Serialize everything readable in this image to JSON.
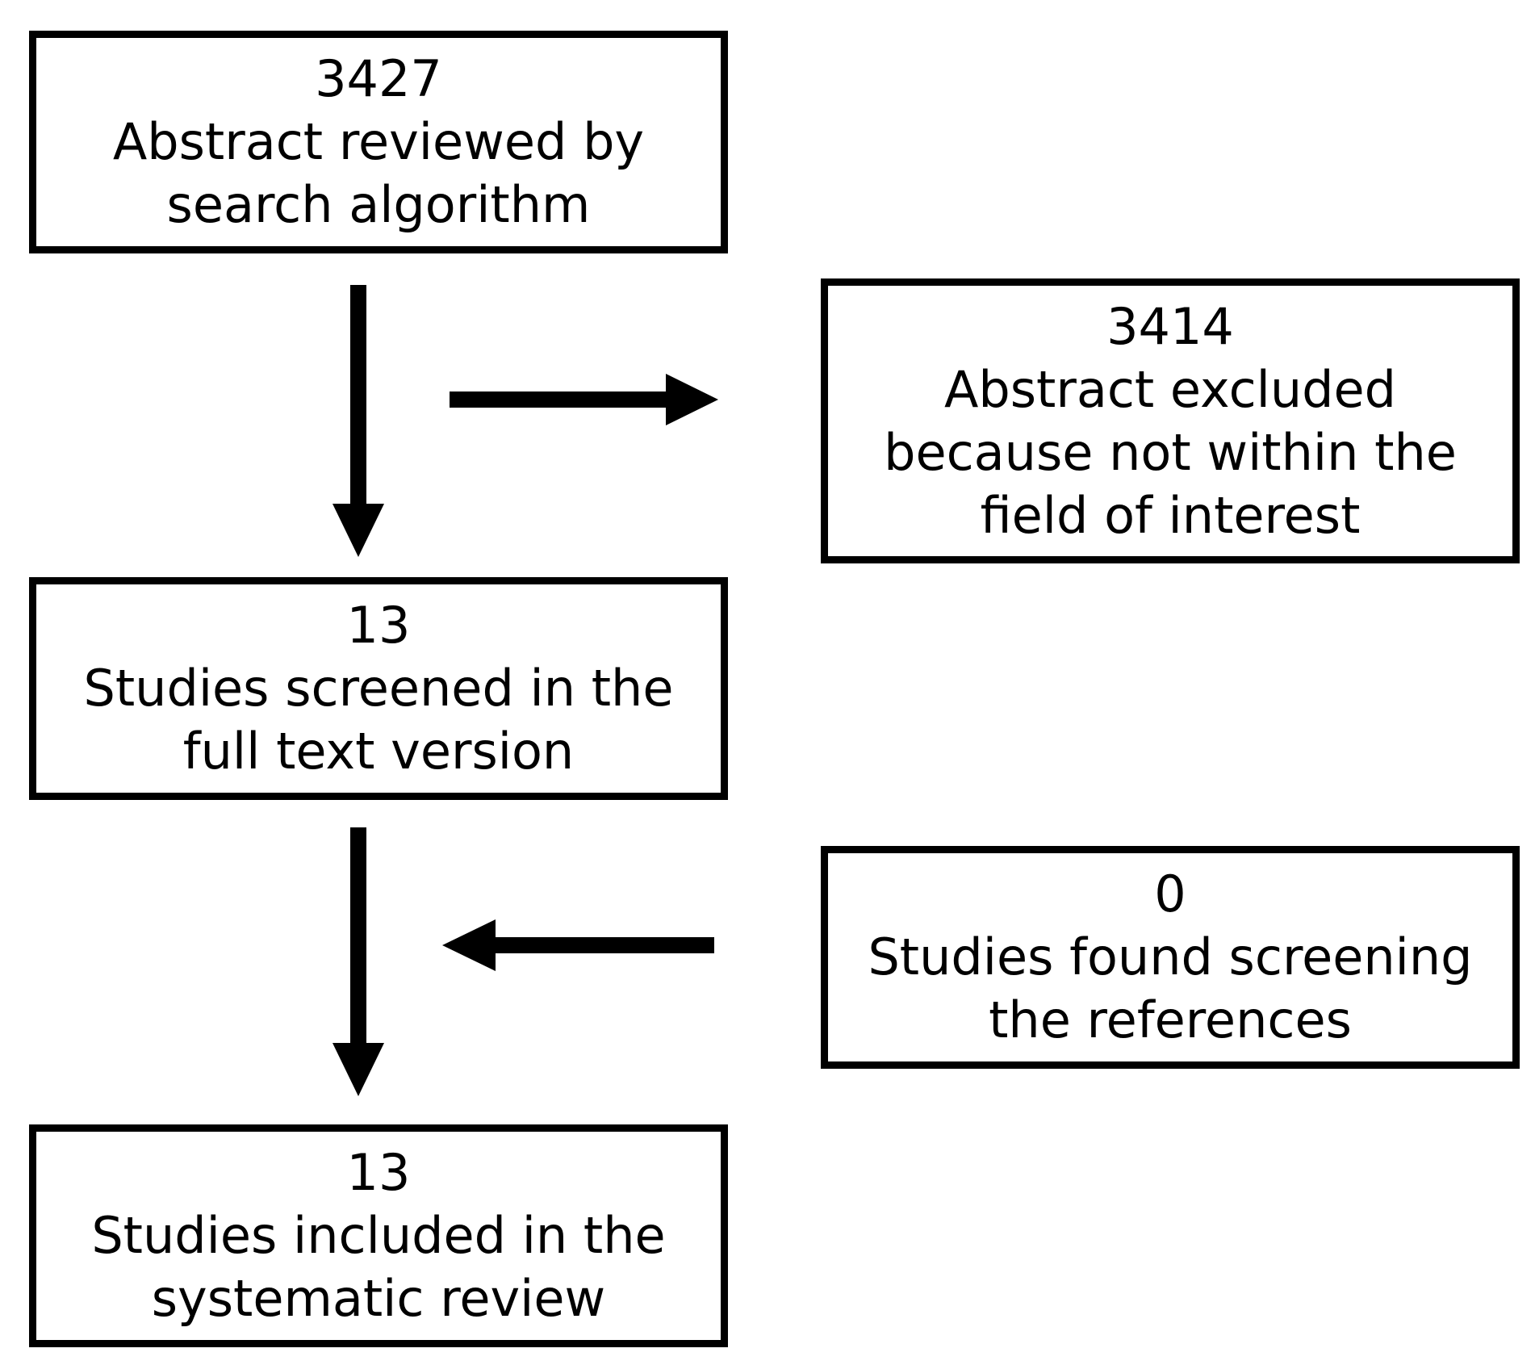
{
  "flowchart": {
    "boxes": {
      "abstracts_reviewed": {
        "count": "3427",
        "lines": [
          "Abstract reviewed by",
          "search algorithm"
        ]
      },
      "abstracts_excluded": {
        "count": "3414",
        "lines": [
          "Abstract excluded",
          "because not within the",
          "field of interest"
        ]
      },
      "screened_full_text": {
        "count": "13",
        "lines": [
          "Studies screened in the",
          "full text version"
        ]
      },
      "found_references": {
        "count": "0",
        "lines": [
          "Studies found screening",
          "the references"
        ]
      },
      "included_review": {
        "count": "13",
        "lines": [
          "Studies included in the",
          "systematic review"
        ]
      }
    },
    "arrows": [
      {
        "from": "abstracts_reviewed",
        "to": "screened_full_text",
        "direction": "down"
      },
      {
        "from": "abstracts_reviewed",
        "to": "abstracts_excluded",
        "direction": "right"
      },
      {
        "from": "screened_full_text",
        "to": "included_review",
        "direction": "down"
      },
      {
        "from": "found_references",
        "to": "included_review",
        "direction": "left"
      }
    ],
    "colors": {
      "stroke": "#000000",
      "background": "#ffffff"
    }
  }
}
